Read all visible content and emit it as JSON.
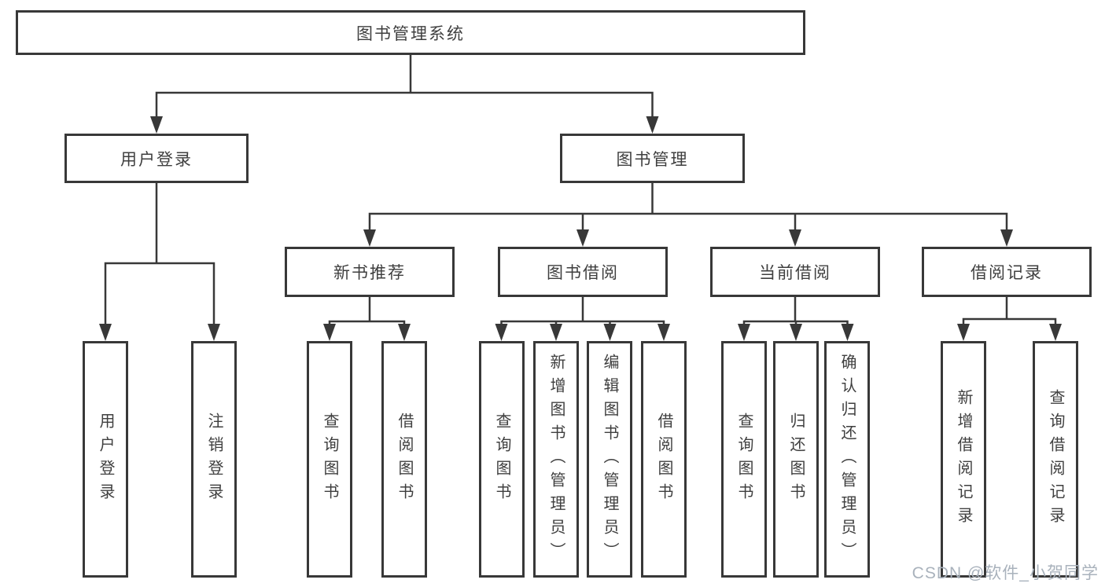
{
  "diagram": {
    "root": "图书管理系统",
    "level2": {
      "user_login": "用户登录",
      "book_mgmt": "图书管理"
    },
    "level3": {
      "new_book_rec": "新书推荐",
      "book_borrow": "图书借阅",
      "current_borrow": "当前借阅",
      "borrow_records": "借阅记录"
    },
    "leaves": {
      "ul_login": "用户登录",
      "ul_logout": "注销登录",
      "nbr_query": "查询图书",
      "nbr_borrow": "借阅图书",
      "bb_query": "查询图书",
      "bb_add": "新增图书（管理员）",
      "bb_edit": "编辑图书（管理员）",
      "bb_borrow": "借阅图书",
      "cb_query": "查询图书",
      "cb_return": "归还图书",
      "cb_confirm": "确认归还（管理员）",
      "br_add": "新增借阅记录",
      "br_query": "查询借阅记录"
    }
  },
  "watermark": "CSDN @软件_小贺同学",
  "colors": {
    "line": "#383838",
    "text": "#3f3f3f",
    "watermark": "#a9b2bc",
    "background": "#ffffff"
  }
}
